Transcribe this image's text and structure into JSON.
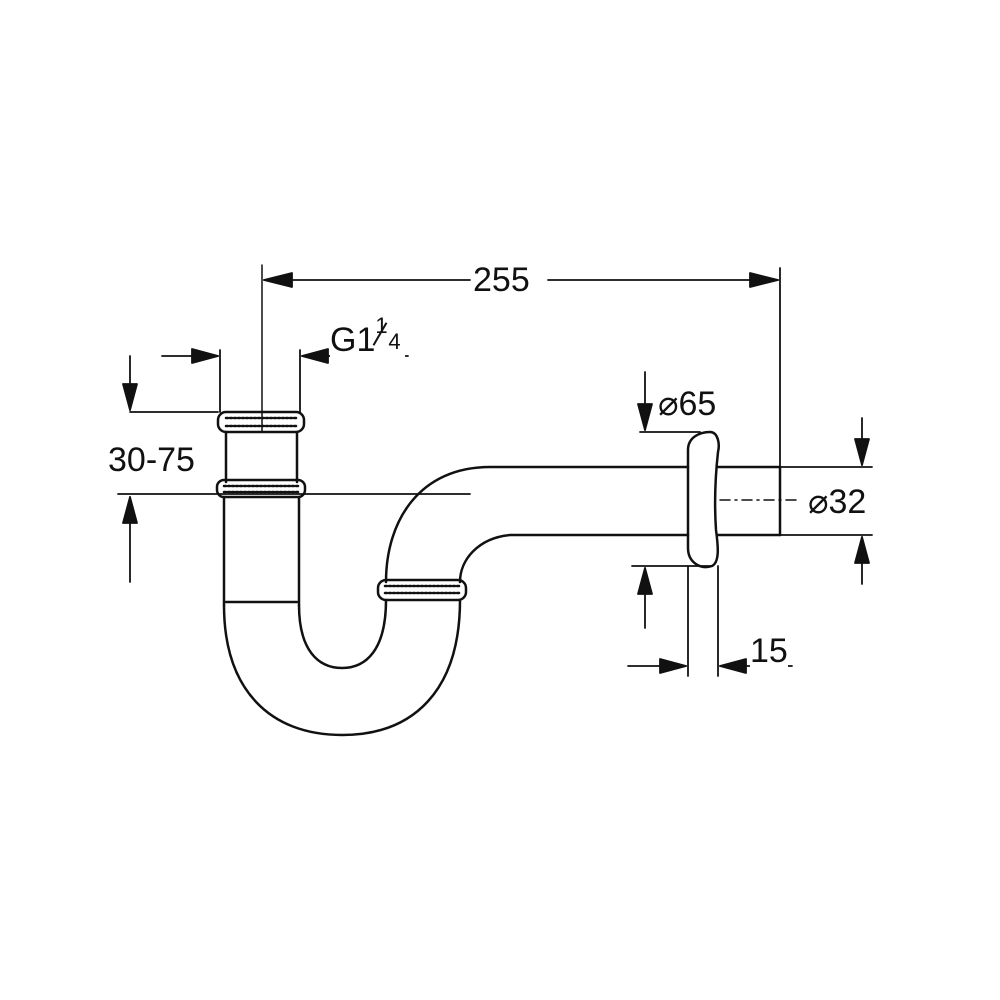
{
  "dimensions": {
    "overall_length": "255",
    "thread": "G1",
    "thread_frac_num": "1",
    "thread_frac_den": "4",
    "height_range": "30-75",
    "rosette_diameter": "⌀65",
    "pipe_diameter": "⌀32",
    "rosette_depth": "15"
  },
  "colors": {
    "line": "#111111",
    "background": "#ffffff"
  }
}
